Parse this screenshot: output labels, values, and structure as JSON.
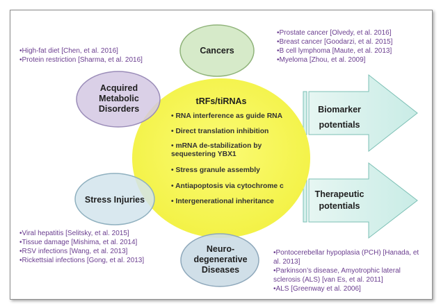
{
  "title": "tRFs/tiRNAs",
  "mechanisms": [
    "RNA interference as guide RNA",
    "Direct translation inhibition",
    "mRNA de-stabilization by sequestering YBX1",
    "Stress granule assembly",
    "Antiapoptosis via cytochrome c",
    "Intergenerational inheritance"
  ],
  "nodes": {
    "cancers": {
      "label": "Cancers",
      "refs": [
        "•Prostate cancer [Olvedy, et al. 2016]",
        "•Breast cancer [Goodarzi, et al. 2015]",
        "•B cell lymphoma [Maute, et al. 2013]",
        "•Myeloma [Zhou, et al. 2009]"
      ]
    },
    "metabolic": {
      "label": "Acquired Metabolic Disorders",
      "refs": [
        "•High-fat diet [Chen, et al. 2016]",
        "•Protein restriction [Sharma, et al. 2016]"
      ]
    },
    "stress": {
      "label": "Stress Injuries",
      "refs": [
        "•Viral hepatitis [Selitsky, et al. 2015]",
        "•Tissue damage [Mishima, et al. 2014]",
        "•RSV infections [Wang, et al. 2013]",
        "•Rickettsial infections [Gong, et al. 2013]"
      ]
    },
    "neuro": {
      "label": "Neuro-degenerative Diseases",
      "refs": [
        "•Pontocerebellar hypoplasia (PCH) [Hanada, et al. 2013]",
        "•Parkinson’s disease, Amyotrophic lateral sclerosis (ALS) [van Es, et al. 2011]",
        "•ALS [Greenway et al. 2006]"
      ]
    }
  },
  "arrows": {
    "biomarker": "Biomarker potentials",
    "therapeutic": "Therapeutic potentials"
  },
  "colors": {
    "center": "#f6f54d",
    "cancers": "#d2e7c4",
    "metabolic": "#d5cbe4",
    "stress": "#d5e5eb",
    "neuro": "#cfdce6",
    "arrow": "#d6f0ec",
    "refs": "#6a3d8f"
  }
}
